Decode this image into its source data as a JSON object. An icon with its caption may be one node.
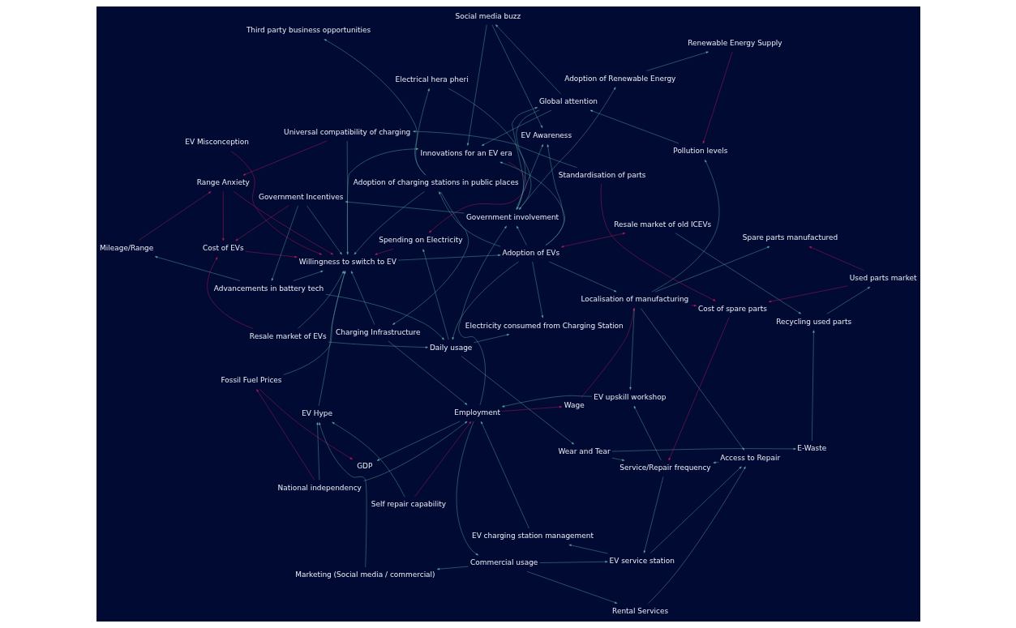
{
  "diagram": {
    "nodes": [
      {
        "text": [
          "Spending on Electricity"
        ]
      },
      {
        "text": [
          "Innovations for an EV era"
        ]
      },
      {
        "text": [
          "Fossil Fuel Prices"
        ]
      },
      {
        "text": [
          "GDP"
        ]
      },
      {
        "text": [
          "Access to Repair"
        ]
      },
      {
        "text": [
          "Wage"
        ]
      },
      {
        "text": [
          "EV charging station management"
        ]
      },
      {
        "text": [
          "Rental Services"
        ]
      },
      {
        "text": [
          "Commercial usage"
        ]
      },
      {
        "text": [
          "Employment"
        ]
      },
      {
        "text": [
          "National independency"
        ]
      },
      {
        "text": [
          "EV service station"
        ]
      },
      {
        "text": [
          "EV Misconception"
        ]
      },
      {
        "text": [
          "Self repair capability"
        ]
      },
      {
        "text": [
          "Charging Infrastructure"
        ]
      },
      {
        "text": [
          "Service/Repair frequency"
        ]
      },
      {
        "text": [
          "Marketing (Social media / commercial)"
        ]
      },
      {
        "text": [
          "EV Hype"
        ]
      },
      {
        "text": [
          "Cost of EVs"
        ]
      },
      {
        "text": [
          "Adoption of charging stations in public places"
        ]
      },
      {
        "text": [
          "Third party business opportunities"
        ]
      },
      {
        "text": [
          "Resale market of EVs"
        ]
      },
      {
        "text": [
          "Willingness to switch to EV"
        ]
      },
      {
        "text": [
          "Electrical hera pheri"
        ]
      },
      {
        "text": [
          "EV upskill workshop"
        ]
      },
      {
        "text": [
          "Mileage/Range"
        ]
      },
      {
        "text": [
          "Global attention"
        ]
      },
      {
        "text": [
          "Government Incentives"
        ]
      },
      {
        "text": [
          "E-Waste"
        ]
      },
      {
        "text": [
          "Wear and Tear"
        ]
      },
      {
        "text": [
          "Daily usage"
        ]
      },
      {
        "text": [
          "Advancements in battery tech"
        ]
      },
      {
        "text": [
          "Resale market of old ICEVs"
        ]
      },
      {
        "text": [
          "Adoption of EVs"
        ]
      },
      {
        "text": [
          "Government involvement"
        ]
      },
      {
        "text": [
          "EV Awareness"
        ]
      },
      {
        "text": [
          "Social media buzz"
        ]
      },
      {
        "text": [
          "Universal compatibility of charging"
        ]
      },
      {
        "text": [
          "Range Anxiety"
        ]
      },
      {
        "text": [
          "Electricity consumed from Charging Station"
        ]
      },
      {
        "text": [
          "Localisation of manufacturing"
        ]
      },
      {
        "text": [
          "Adoption of Renewable Energy"
        ]
      },
      {
        "text": [
          "Renewable Energy Supply"
        ]
      },
      {
        "text": [
          "Pollution levels"
        ]
      },
      {
        "text": [
          "Recycling used parts"
        ]
      },
      {
        "text": [
          "Used parts market"
        ]
      },
      {
        "text": [
          "Spare parts manufactured"
        ]
      },
      {
        "text": [
          "Standardisation of parts"
        ]
      },
      {
        "text": [
          "Cost of spare parts"
        ]
      }
    ],
    "edges": [
      {
        "from": 9,
        "to": 8,
        "arrow": "to"
      },
      {
        "from": 8,
        "to": 7,
        "arrow": "to"
      },
      {
        "from": 8,
        "to": 11,
        "arrow": "to"
      },
      {
        "from": 8,
        "to": 16,
        "arrow": "to"
      },
      {
        "from": 11,
        "to": 6,
        "arrow": "to"
      },
      {
        "from": 11,
        "to": 4,
        "arrow": "to"
      },
      {
        "from": 4,
        "to": 15,
        "arrow": "to"
      },
      {
        "from": 15,
        "to": 11,
        "arrow": "to"
      },
      {
        "from": 15,
        "to": 24,
        "arrow": "to"
      },
      {
        "from": 48,
        "to": 15,
        "arrow": "to",
        "color": "#c2185b"
      },
      {
        "from": 29,
        "to": 15,
        "arrow": "to"
      },
      {
        "from": 7,
        "to": 4,
        "arrow": "to"
      },
      {
        "from": 40,
        "to": 4,
        "arrow": "to"
      },
      {
        "from": 30,
        "to": 29,
        "arrow": "to"
      },
      {
        "from": 29,
        "to": 28,
        "arrow": "to"
      },
      {
        "from": 28,
        "to": 44,
        "arrow": "to"
      },
      {
        "from": 32,
        "to": 44,
        "arrow": "to"
      },
      {
        "from": 44,
        "to": 45,
        "arrow": "to"
      },
      {
        "from": 45,
        "to": 46,
        "arrow": "to",
        "color": "#c2185b"
      },
      {
        "from": 45,
        "to": 48,
        "arrow": "to",
        "color": "#c2185b"
      },
      {
        "from": 33,
        "to": 32,
        "arrow": "both",
        "color": "#c2185b"
      },
      {
        "from": 30,
        "to": 39,
        "arrow": "to"
      },
      {
        "from": 33,
        "to": 39,
        "arrow": "to"
      },
      {
        "from": 33,
        "to": 30,
        "arrow": "to"
      },
      {
        "from": 33,
        "to": 40,
        "arrow": "to"
      },
      {
        "from": 40,
        "to": 46,
        "arrow": "to"
      },
      {
        "from": 5,
        "to": 40,
        "arrow": "to",
        "color": "#c2185b"
      },
      {
        "from": 9,
        "to": 5,
        "arrow": "to",
        "color": "#c2185b"
      },
      {
        "from": 13,
        "to": 9,
        "arrow": "to",
        "color": "#c2185b"
      },
      {
        "from": 13,
        "to": 17,
        "arrow": "to"
      },
      {
        "from": 14,
        "to": 9,
        "arrow": "to"
      },
      {
        "from": 14,
        "to": 22,
        "arrow": "to"
      },
      {
        "from": 16,
        "to": 17,
        "arrow": "to"
      },
      {
        "from": 17,
        "to": 22,
        "arrow": "to"
      },
      {
        "from": 21,
        "to": 22,
        "arrow": "to"
      },
      {
        "from": 21,
        "to": 18,
        "arrow": "to",
        "color": "#c2185b"
      },
      {
        "from": 18,
        "to": 22,
        "arrow": "to",
        "color": "#c2185b"
      },
      {
        "from": 27,
        "to": 18,
        "arrow": "to",
        "color": "#c2185b"
      },
      {
        "from": 27,
        "to": 22,
        "arrow": "to"
      },
      {
        "from": 27,
        "to": 31,
        "arrow": "to"
      },
      {
        "from": 19,
        "to": 22,
        "arrow": "to"
      },
      {
        "from": 19,
        "to": 20,
        "arrow": "to"
      },
      {
        "from": 19,
        "to": 23,
        "arrow": "to"
      },
      {
        "from": 19,
        "to": 14,
        "arrow": "to"
      },
      {
        "from": 38,
        "to": 22,
        "arrow": "to",
        "color": "#c2185b"
      },
      {
        "from": 38,
        "to": 18,
        "arrow": "to",
        "color": "#c2185b"
      },
      {
        "from": 25,
        "to": 38,
        "arrow": "to",
        "color": "#c2185b"
      },
      {
        "from": 37,
        "to": 38,
        "arrow": "to",
        "color": "#c2185b"
      },
      {
        "from": 37,
        "to": 22,
        "arrow": "to"
      },
      {
        "from": 47,
        "to": 37,
        "arrow": "to"
      },
      {
        "from": 47,
        "to": 48,
        "arrow": "to",
        "color": "#c2185b"
      },
      {
        "from": 40,
        "to": 48,
        "arrow": "to",
        "color": "#c2185b"
      },
      {
        "from": 31,
        "to": 25,
        "arrow": "to"
      },
      {
        "from": 31,
        "to": 22,
        "arrow": "to"
      },
      {
        "from": 31,
        "to": 30,
        "arrow": "to"
      },
      {
        "from": 34,
        "to": 27,
        "arrow": "to"
      },
      {
        "from": 34,
        "to": 35,
        "arrow": "to"
      },
      {
        "from": 36,
        "to": 35,
        "arrow": "to"
      },
      {
        "from": 26,
        "to": 36,
        "arrow": "to"
      },
      {
        "from": 34,
        "to": 26,
        "arrow": "to"
      },
      {
        "from": 26,
        "to": 34,
        "arrow": "to"
      },
      {
        "from": 43,
        "to": 26,
        "arrow": "to"
      },
      {
        "from": 34,
        "to": 41,
        "arrow": "to"
      },
      {
        "from": 41,
        "to": 42,
        "arrow": "to"
      },
      {
        "from": 42,
        "to": 43,
        "arrow": "to",
        "color": "#c2185b"
      },
      {
        "from": 40,
        "to": 43,
        "arrow": "to"
      },
      {
        "from": 33,
        "to": 35,
        "arrow": "to"
      },
      {
        "from": 33,
        "to": 34,
        "arrow": "to"
      },
      {
        "from": 23,
        "to": 34,
        "arrow": "to"
      },
      {
        "from": 36,
        "to": 1,
        "arrow": "to"
      },
      {
        "from": 1,
        "to": 0,
        "arrow": "to",
        "color": "#c2185b"
      },
      {
        "from": 0,
        "to": 22,
        "arrow": "to",
        "color": "#c2185b"
      },
      {
        "from": 2,
        "to": 3,
        "arrow": "to",
        "color": "#c2185b"
      },
      {
        "from": 10,
        "to": 2,
        "arrow": "to",
        "color": "#c2185b"
      },
      {
        "from": 10,
        "to": 9,
        "arrow": "to"
      },
      {
        "from": 9,
        "to": 3,
        "arrow": "to"
      },
      {
        "from": 9,
        "to": 34,
        "arrow": "to"
      },
      {
        "from": 22,
        "to": 33,
        "arrow": "to"
      },
      {
        "from": 22,
        "to": 1,
        "arrow": "to"
      },
      {
        "from": 2,
        "to": 22,
        "arrow": "to"
      },
      {
        "from": 33,
        "to": 1,
        "arrow": "to"
      },
      {
        "from": 30,
        "to": 0,
        "arrow": "to"
      },
      {
        "from": 12,
        "to": 22,
        "arrow": "to",
        "color": "#c2185b"
      },
      {
        "from": 24,
        "to": 9,
        "arrow": "to"
      },
      {
        "from": 40,
        "to": 24,
        "arrow": "to"
      },
      {
        "from": 6,
        "to": 9,
        "arrow": "to"
      },
      {
        "from": 21,
        "to": 30,
        "arrow": "to"
      },
      {
        "from": 33,
        "to": 19,
        "arrow": "to"
      },
      {
        "from": 10,
        "to": 17,
        "arrow": "to"
      },
      {
        "from": 26,
        "to": 1,
        "arrow": "to"
      }
    ]
  }
}
